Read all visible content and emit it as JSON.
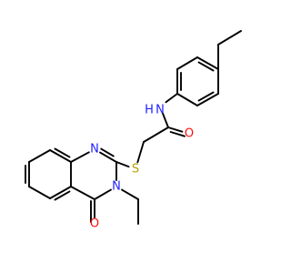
{
  "molecule": {
    "atoms": {
      "n_amide_h": "H",
      "n_amide": "N",
      "o_amide": "O",
      "s_thioether": "S",
      "n_ring_1": "N",
      "n_ring_3": "N",
      "o_ring": "O"
    },
    "colors": {
      "bond": "#000000",
      "N": "#1f1fff",
      "O": "#ff0d0d",
      "S": "#b8a000"
    }
  }
}
